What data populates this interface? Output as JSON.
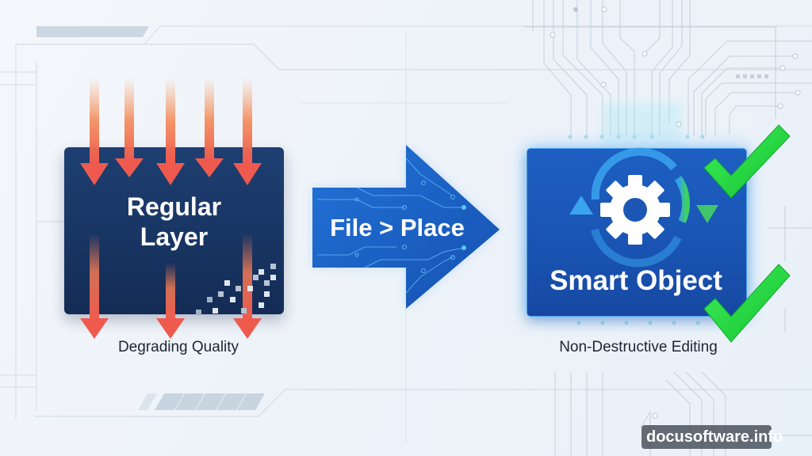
{
  "diagram": {
    "left": {
      "title_line1": "Regular",
      "title_line2": "Layer",
      "caption": "Degrading Quality",
      "panel_color": "#1a3866",
      "arrow_color": "#f0614f"
    },
    "middle": {
      "arrow_label": "File > Place",
      "arrow_color": "#1f62c6"
    },
    "right": {
      "title": "Smart Object",
      "caption": "Non-Destructive Editing",
      "panel_color": "#1b58b8",
      "check_color": "#22d33e",
      "icon": "gear-icon"
    }
  },
  "watermark": "docusoftware.info"
}
